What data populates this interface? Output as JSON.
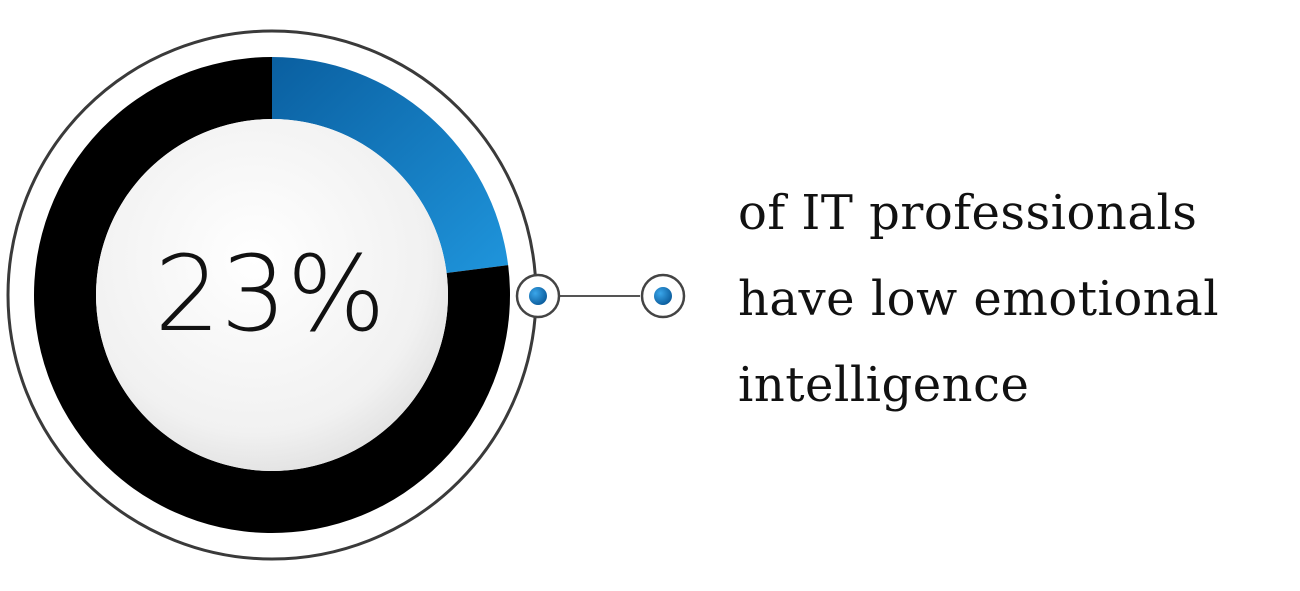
{
  "chart_data": {
    "type": "pie",
    "style": "donut",
    "value_percent": 23,
    "value_label": "23%",
    "slices": [
      {
        "value": 23,
        "color": "#0f6fb3"
      },
      {
        "value": 77,
        "color": "#000000"
      }
    ],
    "caption_lines": [
      "of IT professionals",
      "have low emotional",
      "intelligence"
    ]
  },
  "colors": {
    "accent": "#0f6fb3",
    "accent_light": "#1f8fd6",
    "track": "#000000",
    "outline": "#3a3a3a",
    "text": "#111111"
  }
}
